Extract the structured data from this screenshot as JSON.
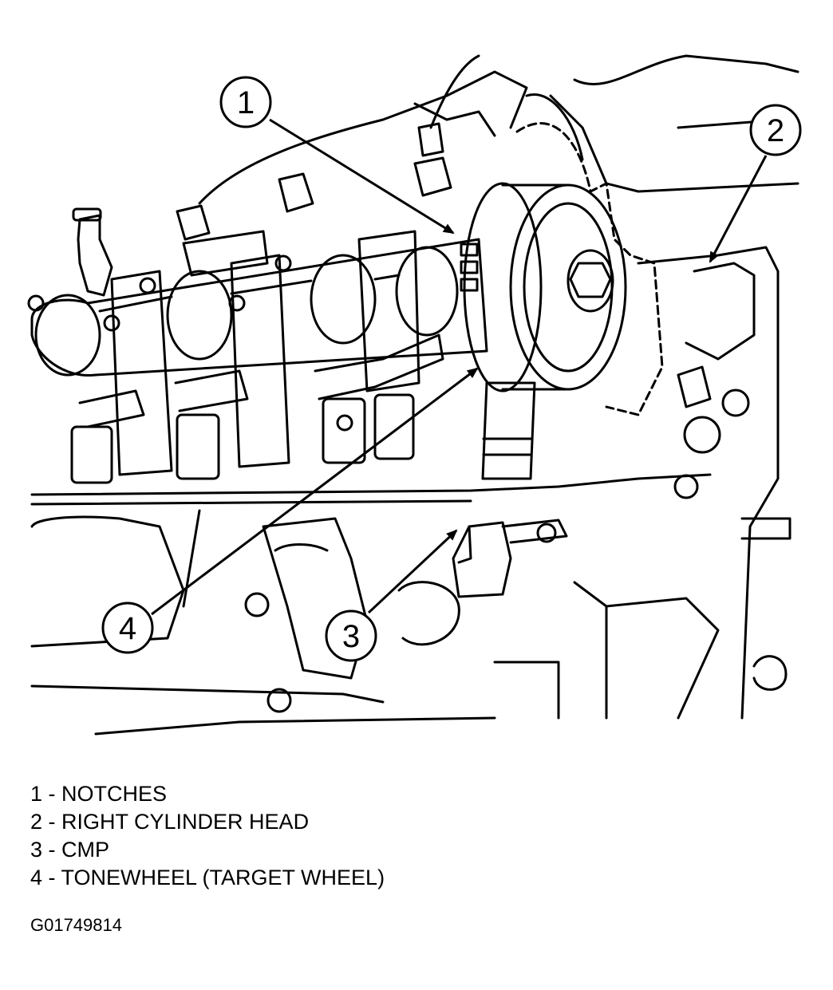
{
  "callouts": [
    {
      "number": "1",
      "label": "NOTCHES"
    },
    {
      "number": "2",
      "label": "RIGHT CYLINDER HEAD"
    },
    {
      "number": "3",
      "label": "CMP"
    },
    {
      "number": "4",
      "label": "TONEWHEEL (TARGET WHEEL)"
    }
  ],
  "legend": [
    "1 - NOTCHES",
    "2 - RIGHT CYLINDER HEAD",
    "3 - CMP",
    "4 - TONEWHEEL (TARGET WHEEL)"
  ],
  "figure_id": "G01749814"
}
